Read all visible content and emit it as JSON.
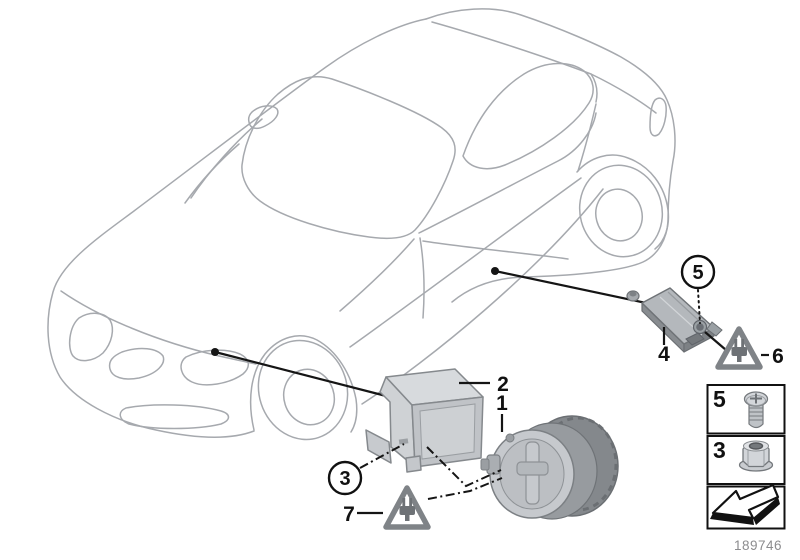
{
  "diagram": {
    "footer_number": "189746",
    "callouts": {
      "siren": "1",
      "bracket": "2",
      "nut": "3",
      "control_unit": "4",
      "screw": "5",
      "connector_rear": "6",
      "connector_front": "7"
    },
    "legend": {
      "screw_label": "5",
      "nut_label": "3"
    },
    "icons": {
      "warning_plug": "power-plug-icon",
      "screw": "screw-icon",
      "nut": "flange-nut-icon",
      "arrow": "direction-arrow-icon"
    },
    "colors": {
      "car_outline": "#a6a9ae",
      "part_light": "#d7dadd",
      "part_mid": "#b4b8bc",
      "part_dark": "#84888c",
      "callout_line": "#151515",
      "triangle_stroke": "#7f8387",
      "footer_text": "#8c8c8e"
    }
  }
}
